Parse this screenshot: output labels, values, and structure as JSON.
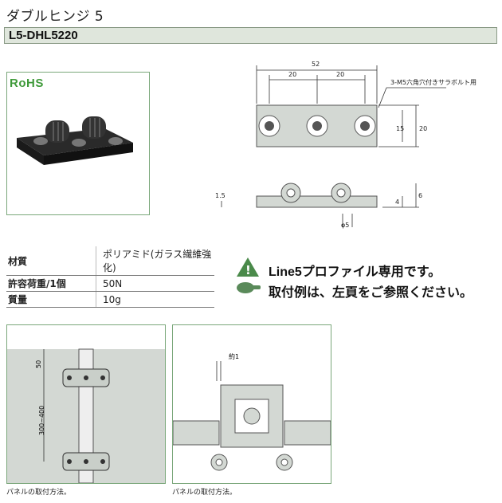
{
  "title": "ダブルヒンジ 5",
  "code": "L5-DHL5220",
  "rohs": "RoHS",
  "specs": [
    {
      "label": "材質",
      "value": "ポリアミド(ガラス繊維強化)"
    },
    {
      "label": "許容荷重/1個",
      "value": "50N"
    },
    {
      "label": "質量",
      "value": "10g"
    }
  ],
  "notes": {
    "warning": "Line5プロファイル専用です。",
    "reference": "取付例は、左頁をご参照ください。"
  },
  "dims": {
    "overall": "52",
    "pitch_left": "20",
    "pitch_right": "20",
    "hole_note": "3-M5六角穴付きサラボルト用",
    "height_inner": "15",
    "height_outer": "20",
    "thickness": "1.5",
    "side_4": "4",
    "side_6": "6",
    "pin_dia": "φ5"
  },
  "mount1": {
    "dim_top": "50",
    "dim_span": "300~400",
    "caption": "パネルの取付方法。"
  },
  "mount2": {
    "gap": "約1",
    "caption": "パネルの取付方法。"
  }
}
